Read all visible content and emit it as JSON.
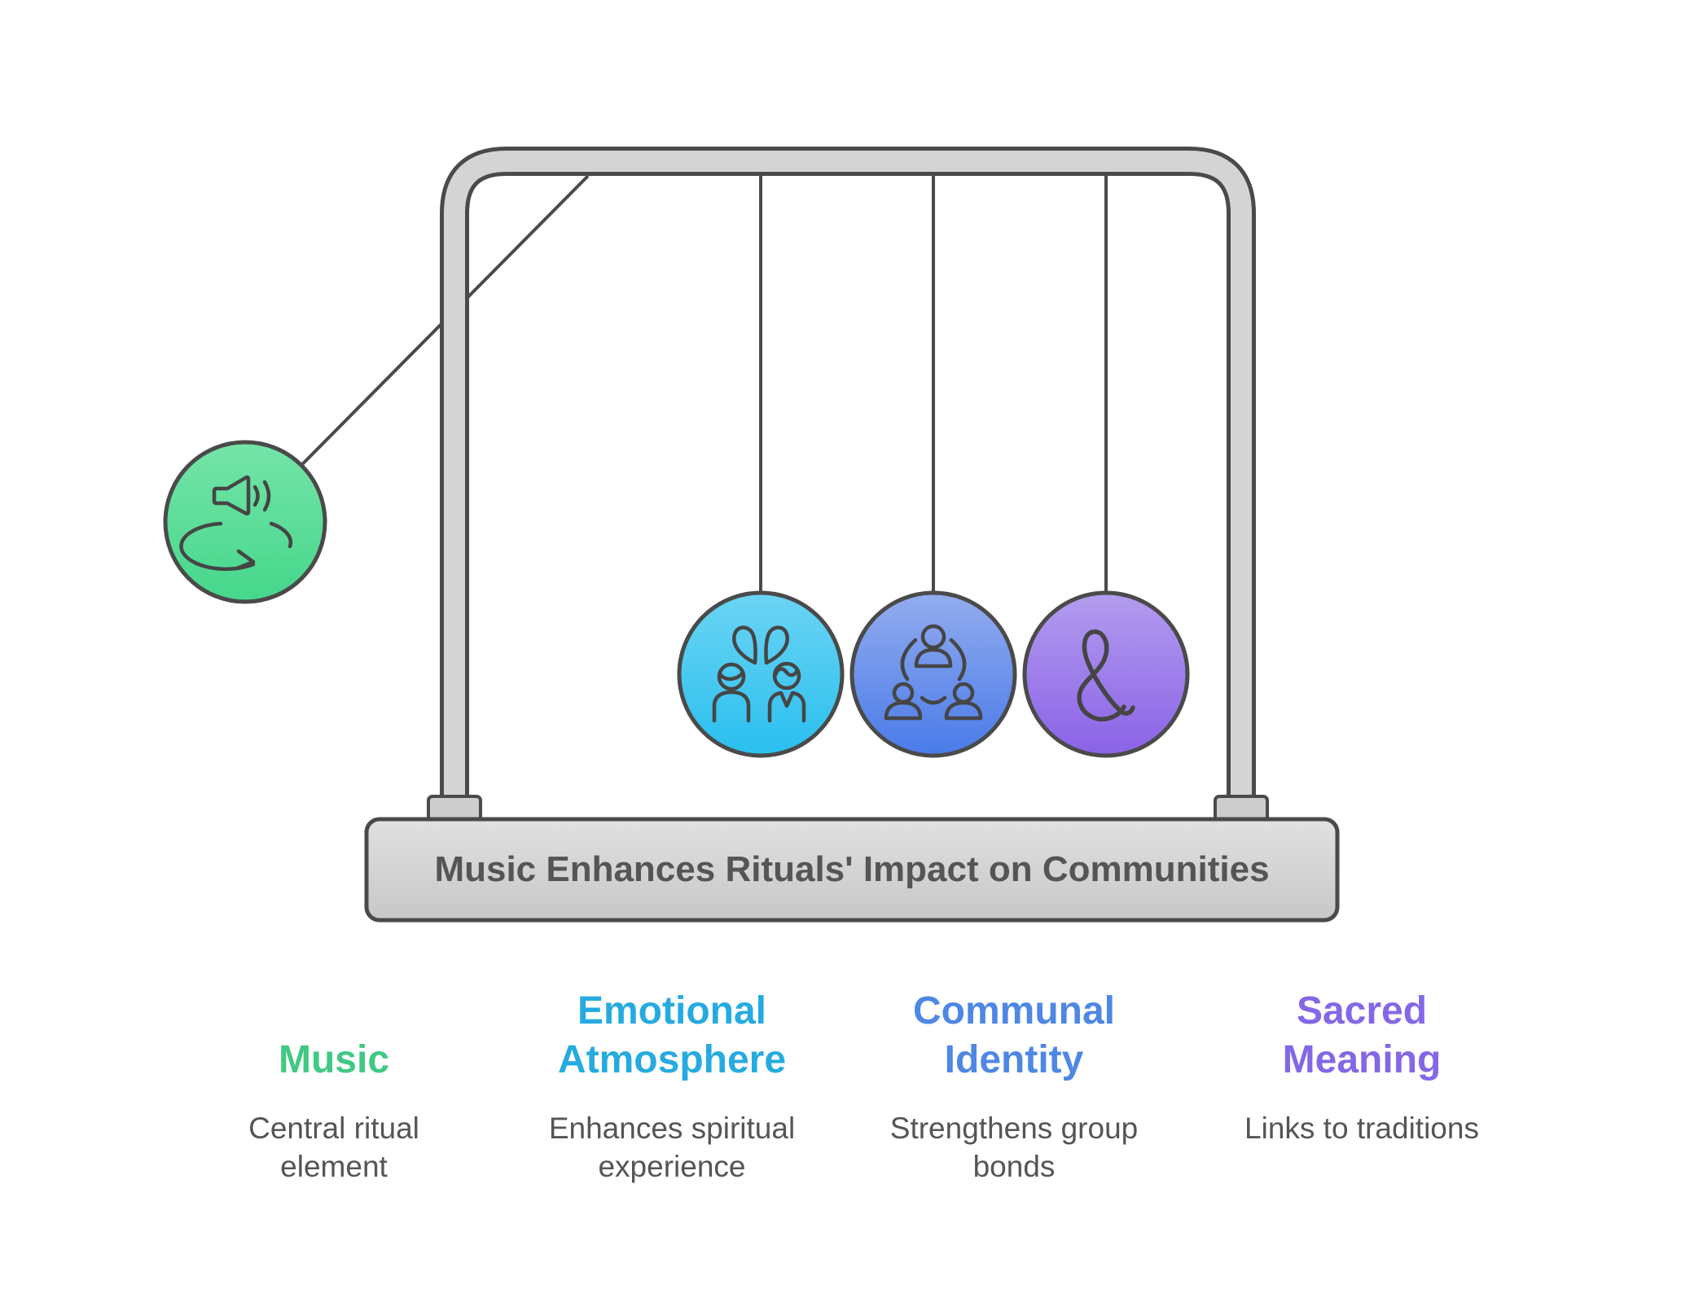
{
  "background_color": "#FFFFFF",
  "cradle": {
    "frame": {
      "tube_fill": "#D4D4D4",
      "outline_color": "#4A4A4A",
      "collar_fill": "#CDCDCD"
    },
    "strings": {
      "color": "#4A4A4A",
      "count": 4
    },
    "base": {
      "title": "Music Enhances Rituals' Impact on Communities",
      "title_color": "#555555",
      "fill_top": "#E1E1E1",
      "fill_bottom": "#C7C7C7"
    },
    "balls": [
      {
        "id": "music",
        "icon": "speaker-loop-icon",
        "state": "swung-left",
        "gradient_top": "#75E4A8",
        "gradient_bottom": "#45D78B"
      },
      {
        "id": "emotional-atmosphere",
        "icon": "two-people-leaves-icon",
        "state": "hanging",
        "gradient_top": "#6BD4F3",
        "gradient_bottom": "#2ABFEF"
      },
      {
        "id": "communal-identity",
        "icon": "people-network-icon",
        "state": "hanging",
        "gradient_top": "#93ACEE",
        "gradient_bottom": "#497BE9"
      },
      {
        "id": "sacred-meaning",
        "icon": "ampersand-icon",
        "glyph": "&",
        "state": "hanging",
        "gradient_top": "#B39CEF",
        "gradient_bottom": "#8A62E7"
      }
    ],
    "icon_stroke_color": "#454545"
  },
  "columns": [
    {
      "heading_lines": [
        "Music"
      ],
      "heading_color": "#41C983",
      "body_lines": [
        "Central ritual",
        "element"
      ]
    },
    {
      "heading_lines": [
        "Emotional",
        "Atmosphere"
      ],
      "heading_color": "#26ABE0",
      "body_lines": [
        "Enhances spiritual",
        "experience"
      ]
    },
    {
      "heading_lines": [
        "Communal",
        "Identity"
      ],
      "heading_color": "#4E87E4",
      "body_lines": [
        "Strengthens group",
        "bonds"
      ]
    },
    {
      "heading_lines": [
        "Sacred",
        "Meaning"
      ],
      "heading_color": "#8467E6",
      "body_lines": [
        "Links to traditions"
      ]
    }
  ],
  "body_text_color": "#555555"
}
